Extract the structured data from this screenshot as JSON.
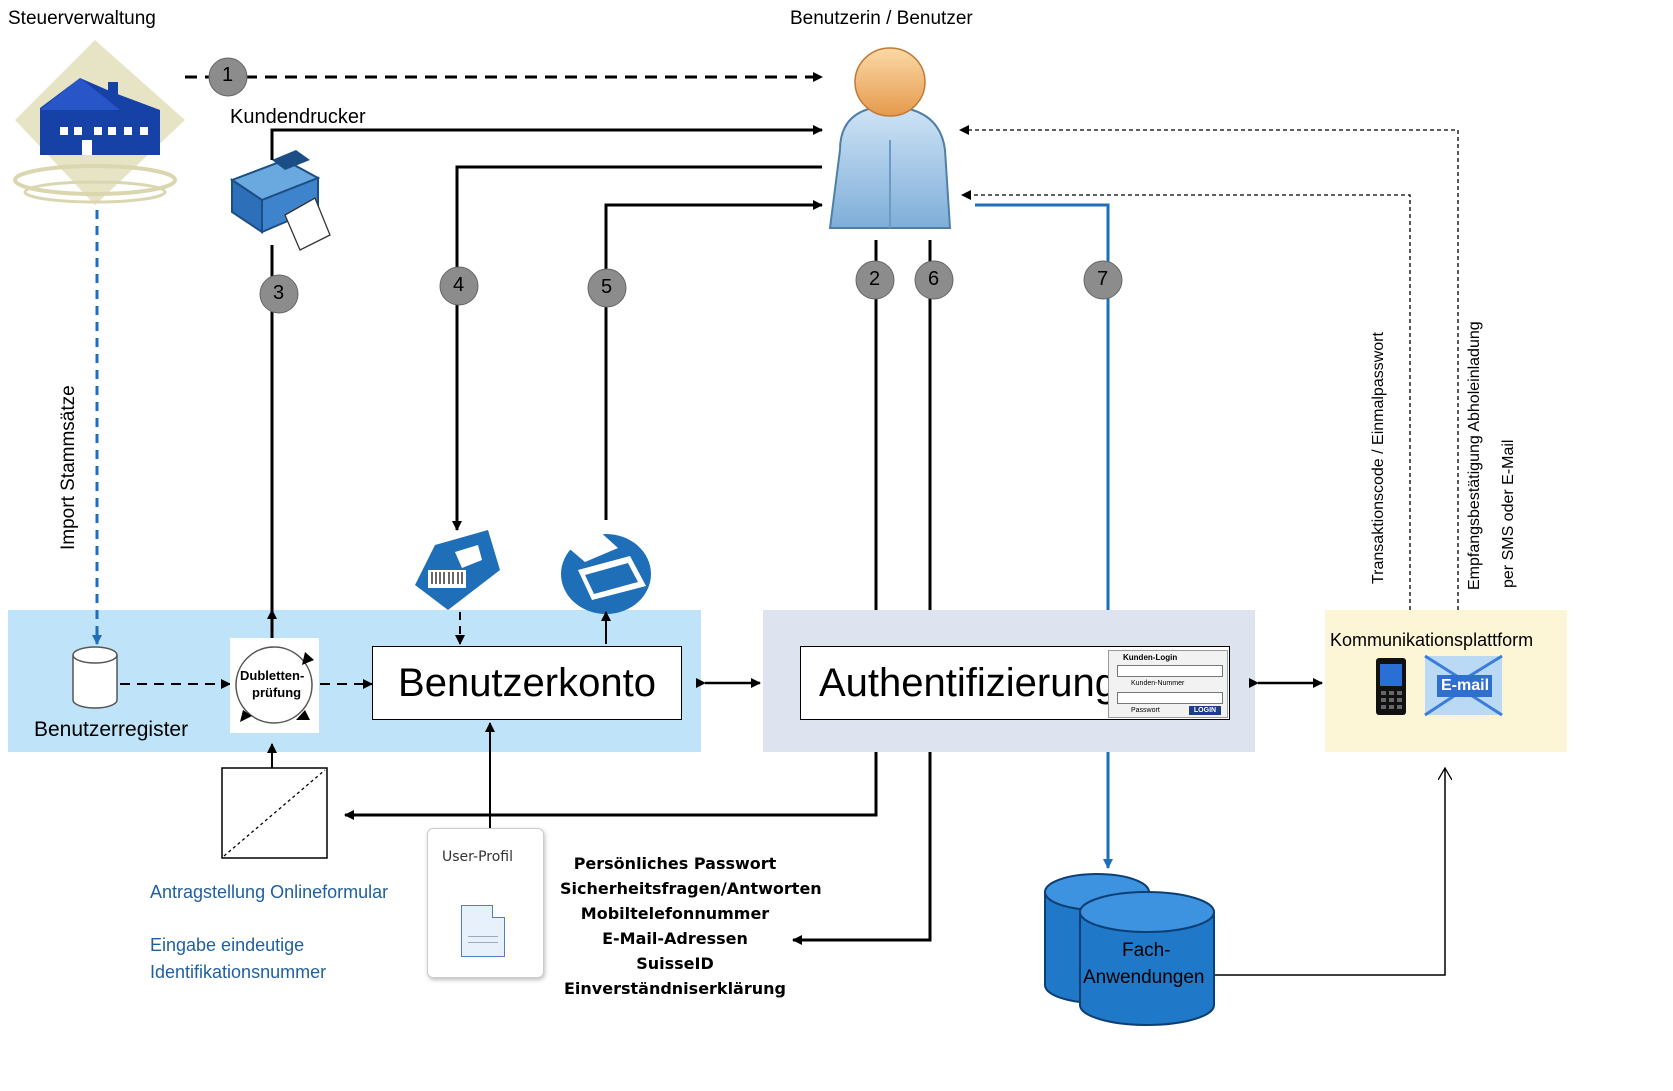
{
  "labels": {
    "tax_admin": "Steuerverwaltung",
    "user": "Benutzerin / Benutzer",
    "printer": "Kundendrucker",
    "import": "Import Stammsätze",
    "register": "Benutzerregister",
    "dedup_line1": "Dubletten-",
    "dedup_line2": "prüfung",
    "account": "Benutzerkonto",
    "auth": "Authentifizierung",
    "comm_platform": "Kommunikationsplattform",
    "txn_code": "Transaktionscode / Einmalpasswort",
    "receipt_line1": "Empfangsbestätigung Abholeinladung",
    "receipt_line2": "per SMS oder E-Mail",
    "apply": "Antragstellung Onlineformular",
    "id_line1": "Eingabe eindeutige",
    "id_line2": "Identifikationsnummer",
    "user_profile": "User-Profil",
    "fach_line1": "Fach-",
    "fach_line2": "Anwendungen",
    "email_badge": "E-mail"
  },
  "login_widget": {
    "title": "Kunden-Login",
    "customer_number": "Kunden-Nummer",
    "password": "Passwort",
    "button": "LOGIN"
  },
  "profile_items": [
    "Persönliches Passwort",
    "Sicherheitsfragen/Antworten",
    "Mobiltelefonnummer",
    "E-Mail-Adressen",
    "SuisseID",
    "Einverständniserklärung"
  ],
  "steps": [
    "1",
    "2",
    "3",
    "4",
    "5",
    "6",
    "7"
  ],
  "colors": {
    "left_zone": "#bfe3f8",
    "auth_zone": "#dde3ef",
    "comm_zone": "#fdf6d6",
    "flow_blue": "#1f6fb8",
    "step_circle": "#8c8c8c",
    "db_blue": "#1f78c8"
  }
}
